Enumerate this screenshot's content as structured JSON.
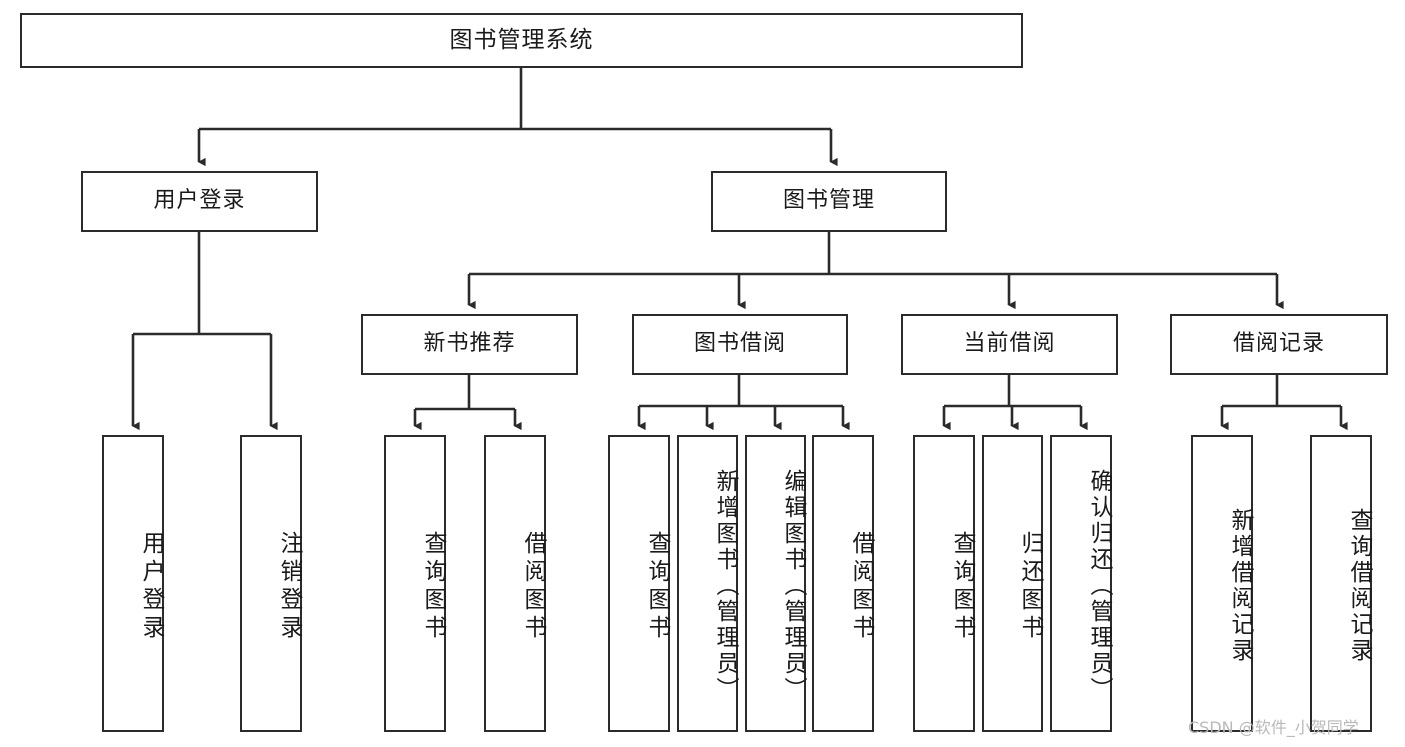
{
  "diagram": {
    "title": "图书管理系统",
    "type": "tree-hierarchy-diagram",
    "watermark": "CSDN @软件_小贺同学",
    "colors": {
      "stroke": "#2b2b2b",
      "fill": "#ffffff",
      "text": "#1a1a1a",
      "watermark": "#b9b9b9"
    },
    "nodes": {
      "root": {
        "label": "图书管理系统"
      },
      "level1": [
        {
          "id": "user-login",
          "label": "用户登录"
        },
        {
          "id": "book-manage",
          "label": "图书管理"
        }
      ],
      "level2": [
        {
          "id": "new-book-rec",
          "label": "新书推荐"
        },
        {
          "id": "book-borrow",
          "label": "图书借阅"
        },
        {
          "id": "current-borrow",
          "label": "当前借阅"
        },
        {
          "id": "borrow-record",
          "label": "借阅记录"
        }
      ],
      "leaves": {
        "user_login": [
          {
            "id": "leaf-user-login",
            "label": "用户登录"
          },
          {
            "id": "leaf-logout",
            "label": "注销登录"
          }
        ],
        "new_book_rec": [
          {
            "id": "leaf-query-book-1",
            "label": "查询图书"
          },
          {
            "id": "leaf-borrow-book-1",
            "label": "借阅图书"
          }
        ],
        "book_borrow": [
          {
            "id": "leaf-query-book-2",
            "label": "查询图书"
          },
          {
            "id": "leaf-add-book",
            "label": "新增图书（管理员）"
          },
          {
            "id": "leaf-edit-book",
            "label": "编辑图书（管理员）"
          },
          {
            "id": "leaf-borrow-book-2",
            "label": "借阅图书"
          }
        ],
        "current_borrow": [
          {
            "id": "leaf-query-book-3",
            "label": "查询图书"
          },
          {
            "id": "leaf-return-book",
            "label": "归还图书"
          },
          {
            "id": "leaf-confirm-return",
            "label": "确认归还（管理员）"
          }
        ],
        "borrow_record": [
          {
            "id": "leaf-add-record",
            "label": "新增借阅记录"
          },
          {
            "id": "leaf-query-record",
            "label": "查询借阅记录"
          }
        ]
      }
    }
  }
}
